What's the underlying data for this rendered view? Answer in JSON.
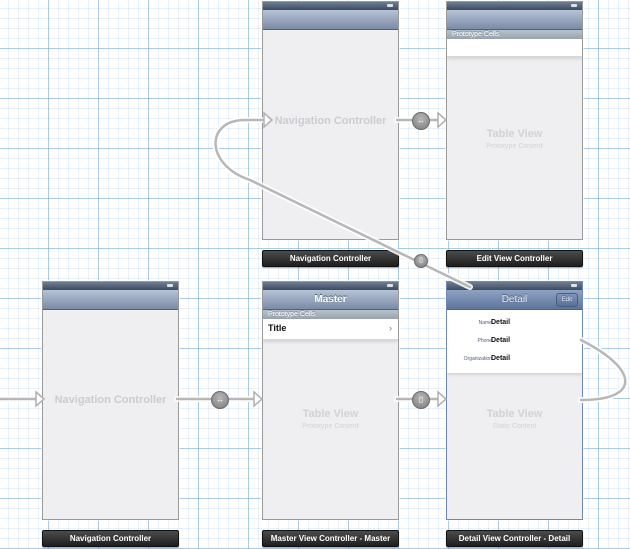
{
  "scenes": {
    "nav_top": {
      "title": "",
      "center_label": "Navigation Controller",
      "dock_label": "Navigation Controller"
    },
    "edit": {
      "section_header": "Prototype Cells",
      "table_label": "Table View",
      "table_sub": "Prototype Content",
      "dock_label": "Edit View Controller"
    },
    "nav_bottom": {
      "center_label": "Navigation Controller",
      "dock_label": "Navigation Controller"
    },
    "master": {
      "nav_title": "Master",
      "section_header": "Prototype Cells",
      "cell_title": "Title",
      "cell_chevron": "›",
      "table_label": "Table View",
      "table_sub": "Prototype Content",
      "dock_label": "Master View Controller - Master"
    },
    "detail": {
      "nav_title": "Detail",
      "edit_button": "Edit",
      "rows": [
        {
          "key": "Name",
          "value": "Detail"
        },
        {
          "key": "Phone",
          "value": "Detail"
        },
        {
          "key": "Organization",
          "value": "Detail"
        }
      ],
      "table_label": "Table View",
      "table_sub": "Static Content",
      "dock_label": "Detail View Controller - Detail"
    }
  },
  "segue_icons": {
    "relationship_top": "↔",
    "relationship_bottom": "↔",
    "push_bottom": "▯",
    "modal_mid": "▯"
  }
}
